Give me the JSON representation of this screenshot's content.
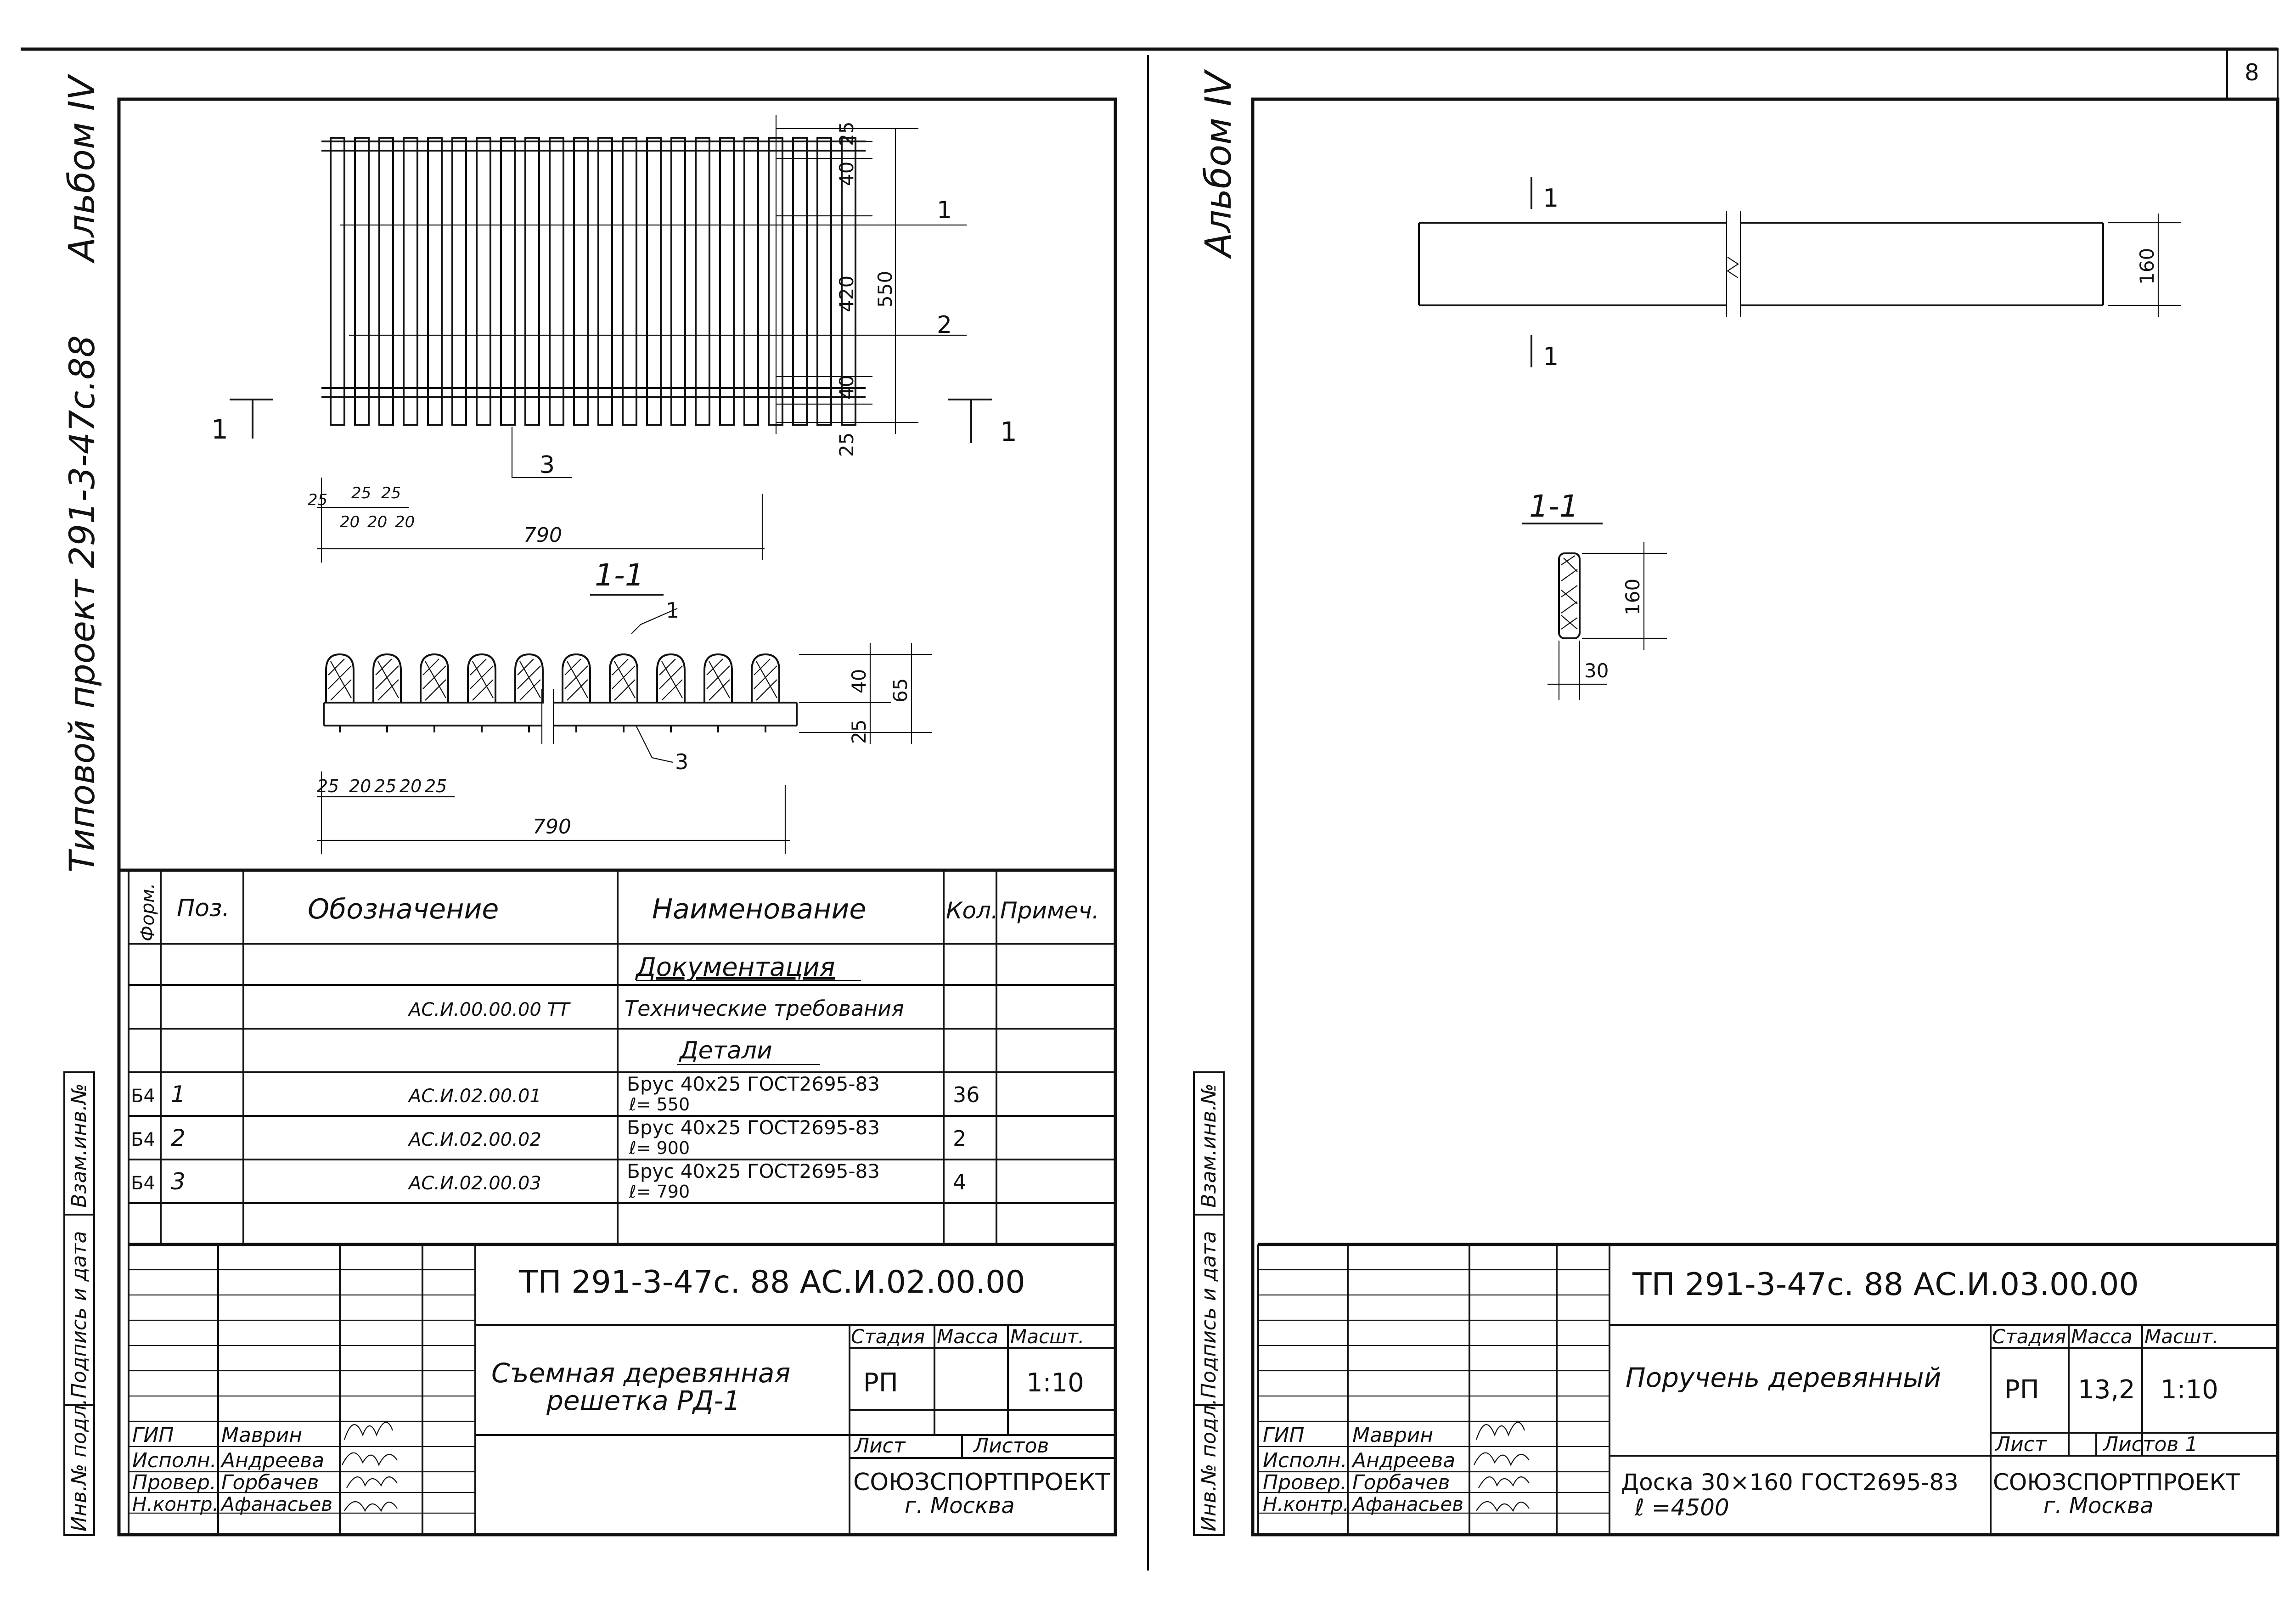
{
  "left_sheet": {
    "album": "Альбом IV",
    "project": "Типовой проект 291-3-47с.88",
    "drawing": {
      "dims_top": [
        "25",
        "40",
        "420",
        "550",
        "40",
        "25"
      ],
      "callouts": [
        "1",
        "2",
        "3"
      ],
      "section_mark_left": "1",
      "section_mark_right": "1",
      "slat_dims": [
        "25",
        "25",
        "25",
        "20",
        "20",
        "20"
      ],
      "width_790": "790",
      "section_title": "1-1",
      "section_callout_1": "1",
      "section_callout_3": "3",
      "section_dims": [
        "40",
        "25",
        "65"
      ],
      "bottom_dims": [
        "25",
        "20",
        "25",
        "20",
        "25"
      ],
      "width_790_b": "790"
    },
    "spec_table": {
      "headers": {
        "format": "Форм.",
        "pos": "Поз.",
        "designation": "Обозначение",
        "name": "Наименование",
        "qty": "Кол.",
        "note": "Примеч."
      },
      "section_doc": "Документация",
      "doc_row": {
        "designation": "АС.И.00.00.00 ТТ",
        "name": "Технические требования"
      },
      "section_parts": "Детали",
      "rows": [
        {
          "format": "Б4",
          "pos": "1",
          "designation": "АС.И.02.00.01",
          "name1": "Брус 40х25 ГОСТ2695-83",
          "name2": "ℓ= 550",
          "qty": "36"
        },
        {
          "format": "Б4",
          "pos": "2",
          "designation": "АС.И.02.00.02",
          "name1": "Брус 40х25 ГОСТ2695-83",
          "name2": "ℓ= 900",
          "qty": "2"
        },
        {
          "format": "Б4",
          "pos": "3",
          "designation": "АС.И.02.00.03",
          "name1": "Брус 40х25 ГОСТ2695-83",
          "name2": "ℓ= 790",
          "qty": "4"
        }
      ]
    },
    "title_block": {
      "code": "ТП   291-3-47с. 88   АС.И.02.00.00",
      "title_line1": "Съемная деревянная",
      "title_line2": "решетка РД-1",
      "stage_h": "Стадия",
      "mass_h": "Масса",
      "scale_h": "Масшт.",
      "stage": "РП",
      "mass": "",
      "scale": "1:10",
      "sheet_h": "Лист",
      "sheets_h": "Листов",
      "org1": "СОЮЗСПОРТПРОЕКТ",
      "org2": "г. Москва",
      "roles": [
        "ГИП",
        "Исполн.",
        "Провер.",
        "Н.контр."
      ],
      "names": [
        "Маврин",
        "Андреева",
        "Горбачев",
        "Афанасьев"
      ]
    },
    "side_labels": [
      "Взам.инв.№",
      "Подпись и дата",
      "Инв.№ подл."
    ]
  },
  "right_sheet": {
    "sheet_no": "8",
    "album": "Альбом IV",
    "drawing": {
      "mark_top": "1",
      "mark_bottom": "1",
      "dim_160": "160",
      "section_title": "1-1",
      "section_160": "160",
      "section_30": "30"
    },
    "title_block": {
      "code": "ТП   291-3-47с. 88     АС.И.03.00.00",
      "title": "Поручень деревянный",
      "stage_h": "Стадия",
      "mass_h": "Масса",
      "scale_h": "Масшт.",
      "stage": "РП",
      "mass": "13,2",
      "scale": "1:10",
      "sheet_h": "Лист",
      "sheets_h": "Листов 1",
      "material1": "Доска 30×160 ГОСТ2695-83",
      "material2": "ℓ =4500",
      "org1": "СОЮЗСПОРТПРОЕКТ",
      "org2": "г. Москва",
      "roles": [
        "ГИП",
        "Исполн.",
        "Провер.",
        "Н.контр."
      ],
      "names": [
        "Маврин",
        "Андреева",
        "Горбачев",
        "Афанасьев"
      ]
    },
    "side_labels": [
      "Взам.инв.№",
      "Подпись и дата",
      "Инв.№ подл."
    ]
  }
}
